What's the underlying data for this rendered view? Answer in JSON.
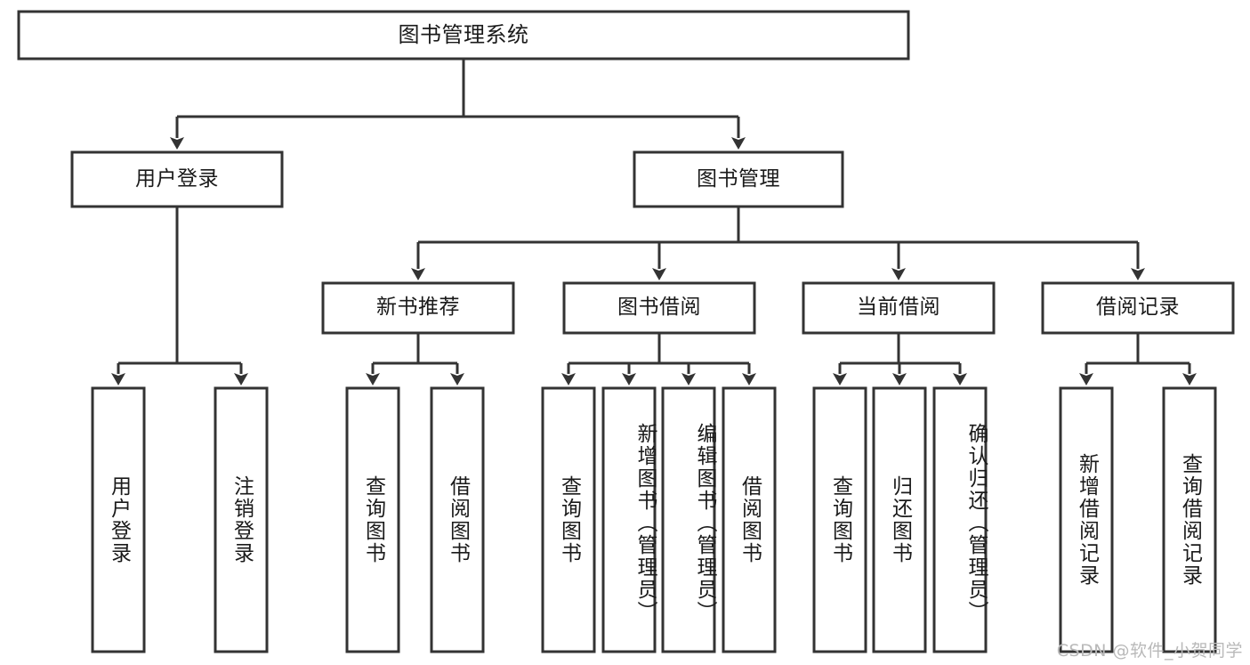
{
  "diagram": {
    "title": "图书管理系统",
    "type": "tree",
    "colors": {
      "box_stroke": "#333333",
      "box_fill": "#ffffff",
      "text": "#1a1a1a",
      "background": "#ffffff",
      "watermark": "#b9b9b9"
    },
    "root": {
      "label": "图书管理系统"
    },
    "level2": [
      {
        "label": "用户登录"
      },
      {
        "label": "图书管理"
      }
    ],
    "level3": [
      {
        "label": "新书推荐"
      },
      {
        "label": "图书借阅"
      },
      {
        "label": "当前借阅"
      },
      {
        "label": "借阅记录"
      }
    ],
    "leaves": {
      "user_login": [
        {
          "label": "用户登录"
        },
        {
          "label": "注销登录"
        }
      ],
      "new_book_recommend": [
        {
          "label": "查询图书"
        },
        {
          "label": "借阅图书"
        }
      ],
      "book_borrow": [
        {
          "label": "查询图书"
        },
        {
          "label": "新增图书（管理员）"
        },
        {
          "label": "编辑图书（管理员）"
        },
        {
          "label": "借阅图书"
        }
      ],
      "current_borrow": [
        {
          "label": "查询图书"
        },
        {
          "label": "归还图书"
        },
        {
          "label": "确认归还（管理员）"
        }
      ],
      "borrow_records": [
        {
          "label": "新增借阅记录"
        },
        {
          "label": "查询借阅记录"
        }
      ]
    }
  },
  "watermark": {
    "text": "CSDN @软件_小贺同学"
  }
}
